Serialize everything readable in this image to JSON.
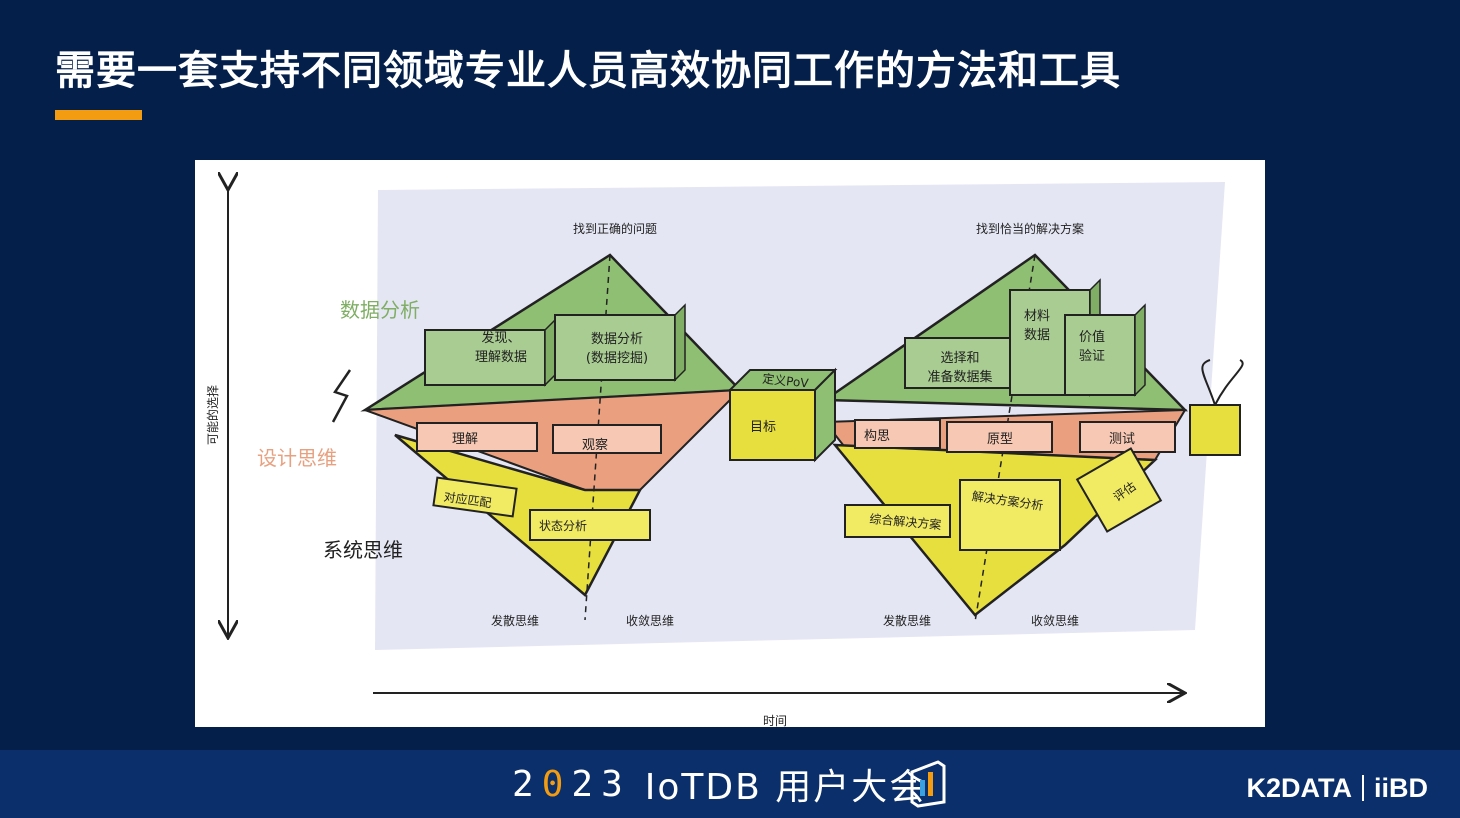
{
  "slide": {
    "title": "需要一套支持不同领域专业人员高效协同工作的方法和工具"
  },
  "diagram": {
    "y_axis_label": "可能的选择",
    "x_axis_label": "时间",
    "left_diamond_top": "找到正确的问题",
    "right_diamond_top": "找到恰当的解决方案",
    "layer_labels": {
      "data_analysis": "数据分析",
      "design_thinking": "设计思维",
      "systems_thinking": "系统思维"
    },
    "bottom_labels": {
      "left_diverge": "发散思维",
      "left_converge": "收敛思维",
      "right_diverge": "发散思维",
      "right_converge": "收敛思维"
    },
    "blocks": {
      "discover_line1": "发现、",
      "discover_line2": "理解数据",
      "data_analysis_line1": "数据分析",
      "data_analysis_line2": "(数据挖掘)",
      "understand": "理解",
      "observe": "观察",
      "match": "对应匹配",
      "state_analysis": "状态分析",
      "define_pov": "定义PoV",
      "goal": "目标",
      "select_line1": "选择和",
      "select_line2": "准备数据集",
      "material_line1": "材料",
      "material_line2": "数据",
      "value_line1": "价值",
      "value_line2": "验证",
      "ideate": "构思",
      "prototype": "原型",
      "test": "测试",
      "solution_analysis": "解决方案分析",
      "evaluate": "评估",
      "integrated_solution": "综合解决方案"
    }
  },
  "footer": {
    "year_part1": "2",
    "year_part2": "0",
    "year_part3": "2",
    "year_part4": "3",
    "event": "IoTDB 用户大会",
    "brand1": "K2DATA",
    "brand2": "iiBD"
  },
  "colors": {
    "background": "#04204a",
    "accent": "#f39c12",
    "green": "#8fbf72",
    "salmon": "#eaa07f",
    "yellow": "#e7df3e",
    "lavender": "#e4e6f3"
  }
}
